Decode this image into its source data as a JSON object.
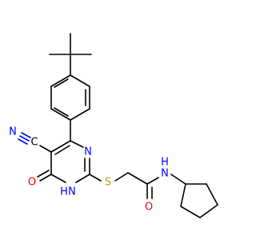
{
  "colors": {
    "background": "#ffffff",
    "carbon_bond": "#000000",
    "nitrogen": "#0000ff",
    "oxygen": "#ff0000",
    "sulfur": "#b3a200",
    "cyano_carbon": "#000000"
  },
  "labels": {
    "cyano_carbon": "C",
    "cyano_nitrogen": "N",
    "ring_nitrogen_top": "N",
    "ring_nh": "H",
    "ring_nh_n": "N",
    "ketone_oxygen": "O",
    "sulfur": "S",
    "amide_oxygen": "O",
    "amide_nh_h": "H",
    "amide_nh_n": "N"
  }
}
